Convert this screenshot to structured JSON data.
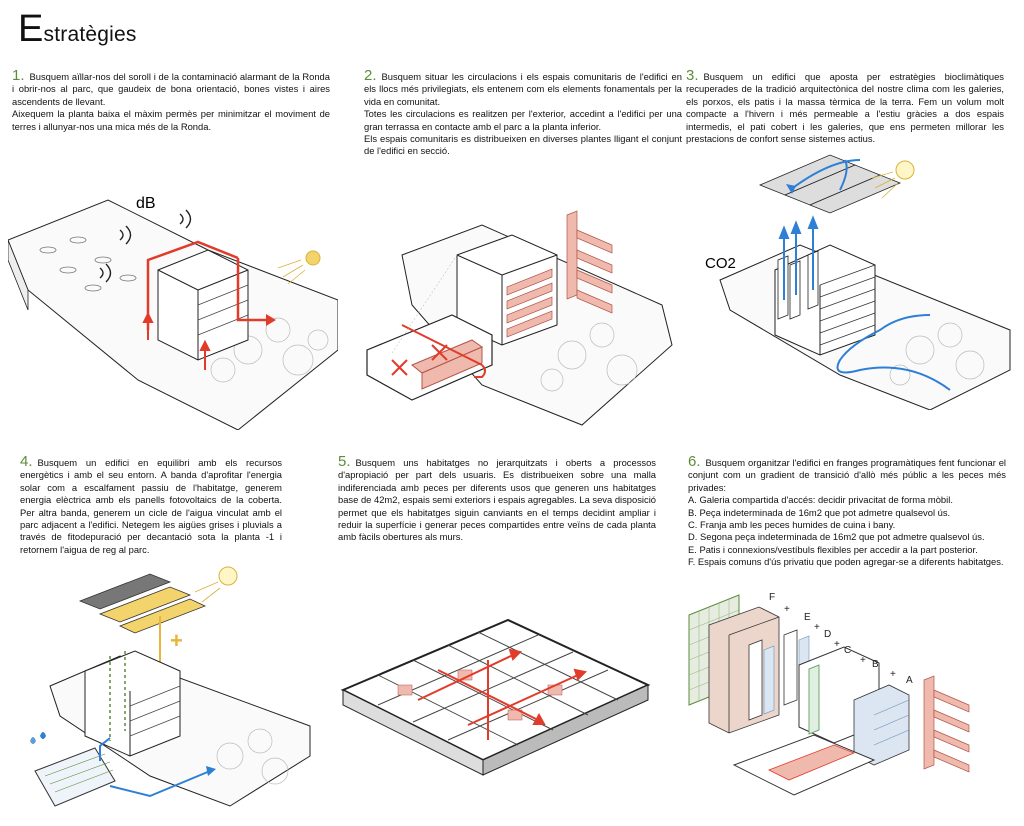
{
  "title": {
    "initial": "E",
    "rest": "stratègies"
  },
  "colors": {
    "accent_red": "#e23b2a",
    "pink": "#f0b9ad",
    "blue": "#2e7fd6",
    "yellow": "#f3d36b",
    "green": "#5b8c3a"
  },
  "panels": [
    {
      "num": "1.",
      "paragraphs": [
        "Busquem aïllar-nos del soroll i de la contaminació alarmant de la Ronda i obrir-nos al parc, que gaudeix de bona orientació, bones vistes i aires ascendents de llevant.",
        "Aixequem la planta baixa el màxim permès per minimitzar el moviment de terres i allunyar-nos una mica més de la Ronda."
      ],
      "label": "dB"
    },
    {
      "num": "2.",
      "paragraphs": [
        "Busquem situar les circulacions i els espais comunitaris de l'edifici en els llocs més privilegiats, els entenem com els elements fonamentals per la vida en comunitat.",
        "Totes les circulacions es realitzen per l'exterior, accedint a l'edifici per una gran terrassa en contacte amb el parc a la planta inferior.",
        "Els espais comunitaris es distribueixen en diverses plantes lligant el conjunt de l'edifici en secció."
      ]
    },
    {
      "num": "3.",
      "paragraphs": [
        "Busquem un edifici que aposta per estratègies bioclimàtiques recuperades de la tradició arquitectònica del nostre clima com les galeries, els porxos, els patis i la massa tèrmica de la terra. Fem un volum molt compacte a l'hivern i més permeable a l'estiu gràcies a dos espais intermedis, el pati cobert i les galeries, que ens permeten millorar les prestacions de confort sense sistemes actius."
      ],
      "label": "CO2"
    },
    {
      "num": "4.",
      "paragraphs": [
        "Busquem un edifici en equilibri amb els recursos energètics i amb el seu entorn. A banda d'aprofitar l'energia solar com a escalfament passiu de l'habitatge, generem energia elèctrica amb els panells fotovoltaics de la coberta. Per altra banda, generem un cicle de l'aigua vinculat amb el parc adjacent a l'edifici. Netegem les aigües grises i pluvials a través de fitodepuració per decantació sota la planta -1 i retornem l'aigua de reg al parc."
      ],
      "label": "+"
    },
    {
      "num": "5.",
      "paragraphs": [
        "Busquem uns habitatges no jerarquitzats i oberts a processos d'apropiació per part dels usuaris. Es distribueixen sobre una malla indiferenciada amb peces per diferents usos que generen uns habitatges base de 42m2, espais semi exteriors i espais agregables. La seva disposició permet que els habitatges siguin canviants en el temps decidint ampliar i reduir la superfície i generar peces compartides entre veïns de cada planta amb fàcils obertures als murs."
      ]
    },
    {
      "num": "6.",
      "paragraphs": [
        "Busquem organitzar l'edifici en franges programàtiques fent funcionar el conjunt com un gradient de transició d'allò més públic a les peces més privades:",
        "A. Galeria compartida d'accés: decidir privacitat de forma mòbil.",
        "B. Peça indeterminada de 16m2 que pot admetre qualsevol ús.",
        "C. Franja amb les peces humides de cuina i bany.",
        "D. Segona peça indeterminada de 16m2 que pot admetre qualsevol ús.",
        "E. Patis i connexions/vestíbuls flexibles per accedir a la part posterior.",
        "F. Espais comuns d'ús privatiu que poden agregar-se a diferents habitatges."
      ],
      "labels": [
        "F",
        "+",
        "E",
        "+",
        "D",
        "+",
        "C",
        "+",
        "B",
        "+",
        "A"
      ]
    }
  ]
}
